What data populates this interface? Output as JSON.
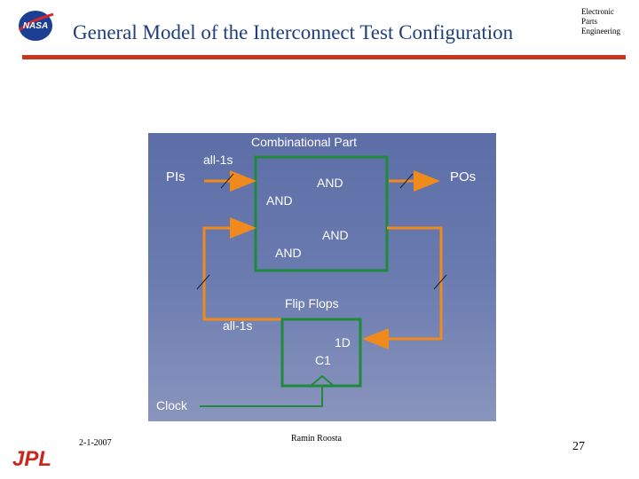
{
  "header": {
    "title": "General Model of the Interconnect Test Configuration",
    "dept_lines": [
      "Electronic",
      "Parts",
      "Engineering"
    ],
    "logo_text": "NASA"
  },
  "diagram": {
    "combinational_title": "Combinational Part",
    "pis_label": "PIs",
    "pos_label": "POs",
    "all1s_top": "all-1s",
    "and_labels": [
      "AND",
      "AND",
      "AND",
      "AND"
    ],
    "flipflops_title": "Flip Flops",
    "all1s_bottom": "all-1s",
    "ff_1d": "1D",
    "ff_c1": "C1",
    "clock_label": "Clock"
  },
  "footer": {
    "date": "2-1-2007",
    "author": "Ramin Roosta",
    "page_number": "27",
    "jpl_logo": "JPL"
  },
  "colors": {
    "title": "#1f3f7a",
    "rule": "#c8361e",
    "diagram_bg": "#5e6fa6",
    "green": "#1f8a3a",
    "orange": "#f08a1c",
    "label": "#ffffff"
  }
}
